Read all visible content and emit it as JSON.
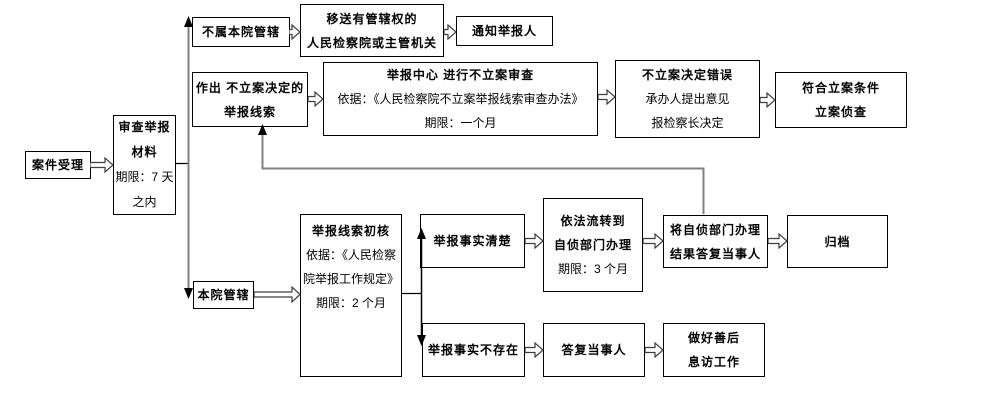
{
  "flowchart": {
    "colors": {
      "background": "#ffffff",
      "box_border": "#000000",
      "text": "#000000",
      "connector_gray": "#808080",
      "arrowhead": "#000000",
      "block_arrow_outline": "#3f3f3f"
    },
    "nodes": {
      "case_accept": {
        "lines": [
          "案件受理"
        ]
      },
      "review_materials": {
        "lines": [
          "审查举报",
          "材料",
          "期限：7 天",
          "之内"
        ]
      },
      "not_jurisdiction": {
        "lines": [
          "不属本院管辖"
        ]
      },
      "transfer": {
        "lines": [
          "移送有管辖权的",
          "人民检察院或主管机关"
        ]
      },
      "notify_reporter": {
        "lines": [
          "通知举报人"
        ]
      },
      "no_file_decision": {
        "lines": [
          "作出 不立案决定的",
          "举报线索"
        ]
      },
      "report_center": {
        "lines": [
          "举报中心 进行不立案审查",
          "依据：《人民检察院不立案举报线索审查办法》",
          "期限：一个月"
        ]
      },
      "wrong_decision": {
        "lines": [
          "不立案决定错误",
          "承办人提出意见",
          "报检察长决定"
        ]
      },
      "file_case": {
        "lines": [
          "符合立案条件",
          "立案侦查"
        ]
      },
      "our_jurisdiction": {
        "lines": [
          "本院管辖"
        ]
      },
      "preliminary_check": {
        "lines": [
          "举报线索初核",
          "依据：《人民检察",
          "院举报工作规定》",
          "期限：2 个月"
        ]
      },
      "facts_clear": {
        "lines": [
          "举报事实清楚"
        ]
      },
      "law_transfer": {
        "lines": [
          "依法流转到",
          "自侦部门办理",
          "期限：3 个月"
        ]
      },
      "reply_results": {
        "lines": [
          "将自侦部门办理",
          "结果答复当事人"
        ]
      },
      "archive": {
        "lines": [
          "归档"
        ]
      },
      "facts_not_exist": {
        "lines": [
          "举报事实不存在"
        ]
      },
      "reply_party": {
        "lines": [
          "答复当事人"
        ]
      },
      "aftermath": {
        "lines": [
          "做好善后",
          "息访工作"
        ]
      }
    },
    "edges": [
      {
        "from": "case_accept",
        "to": "review_materials"
      },
      {
        "from": "review_materials",
        "to": "not_jurisdiction"
      },
      {
        "from": "review_materials",
        "to": "our_jurisdiction"
      },
      {
        "from": "not_jurisdiction",
        "to": "transfer"
      },
      {
        "from": "transfer",
        "to": "notify_reporter"
      },
      {
        "from": "no_file_decision",
        "to": "report_center"
      },
      {
        "from": "report_center",
        "to": "wrong_decision"
      },
      {
        "from": "wrong_decision",
        "to": "file_case"
      },
      {
        "from": "our_jurisdiction",
        "to": "preliminary_check"
      },
      {
        "from": "preliminary_check",
        "to": "facts_clear"
      },
      {
        "from": "preliminary_check",
        "to": "facts_not_exist"
      },
      {
        "from": "facts_clear",
        "to": "law_transfer"
      },
      {
        "from": "law_transfer",
        "to": "reply_results"
      },
      {
        "from": "reply_results",
        "to": "archive"
      },
      {
        "from": "reply_results",
        "to": "no_file_decision"
      },
      {
        "from": "facts_not_exist",
        "to": "reply_party"
      },
      {
        "from": "reply_party",
        "to": "aftermath"
      }
    ]
  }
}
